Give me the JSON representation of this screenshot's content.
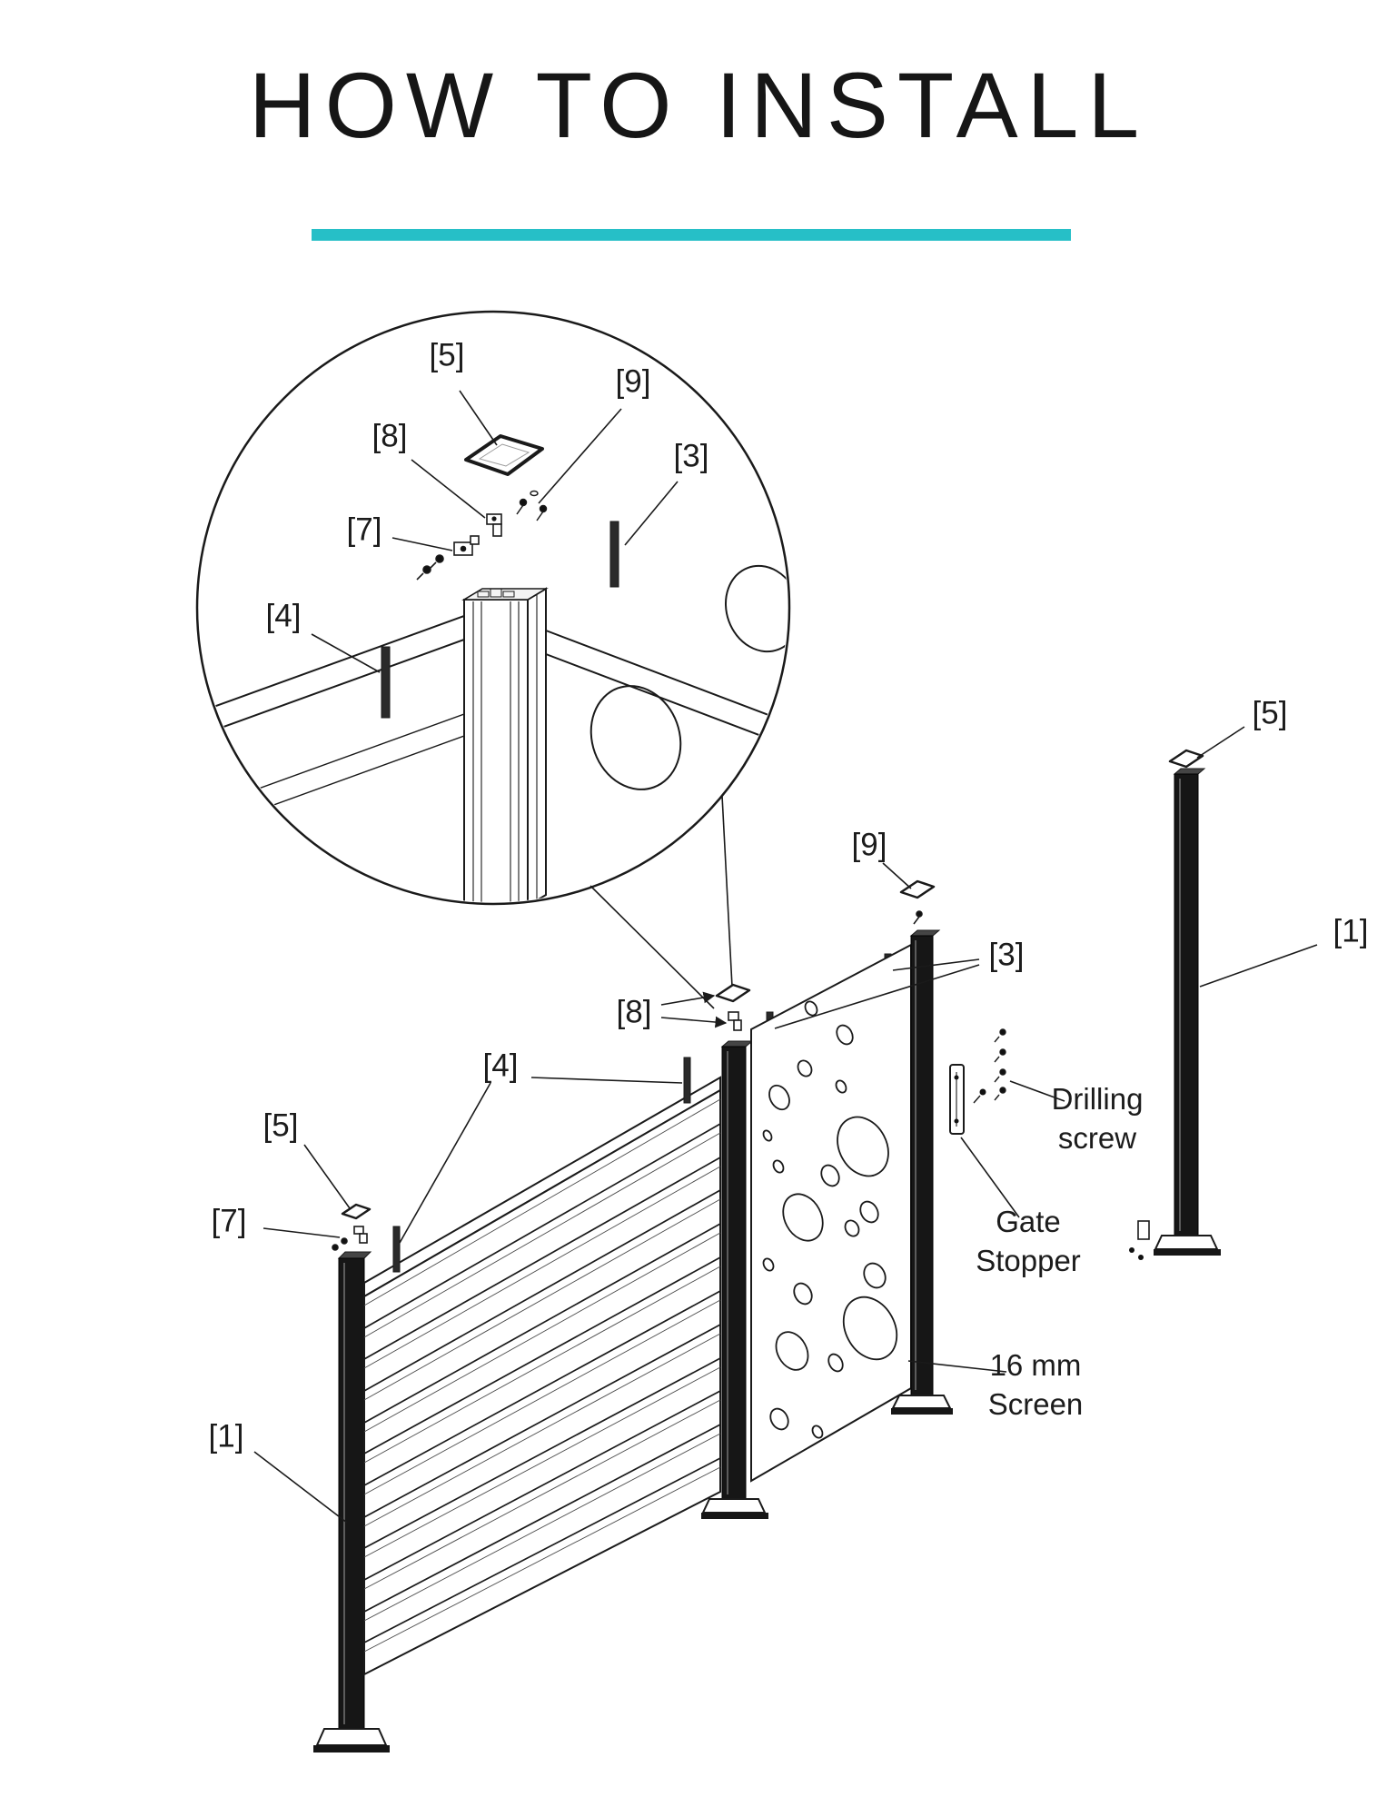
{
  "title": "HOW TO INSTALL",
  "accent_color": "#26BFC7",
  "callouts": {
    "part1": "[1]",
    "part3": "[3]",
    "part4": "[4]",
    "part5": "[5]",
    "part7": "[7]",
    "part8": "[8]",
    "part9": "[9]"
  },
  "annotations": {
    "drilling_screw": "Drilling screw",
    "gate_stopper": "Gate Stopper",
    "screen_16mm": "16 mm Screen"
  }
}
